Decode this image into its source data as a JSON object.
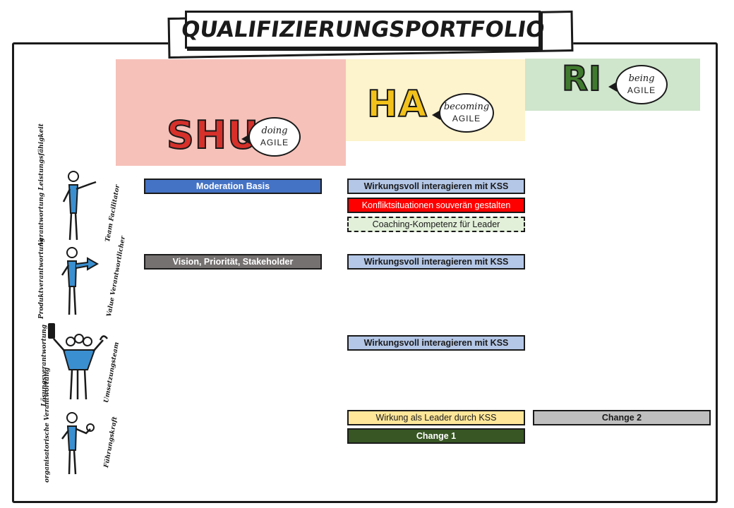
{
  "title": "QUALIFIZIERUNGSPORTFOLIO",
  "stages": {
    "shu": {
      "name": "SHU",
      "bubble_top": "doing",
      "bubble_bottom": "AGILE",
      "color": "#f6c1b9"
    },
    "ha": {
      "name": "HA",
      "bubble_top": "becoming",
      "bubble_bottom": "AGILE",
      "color": "#fdf3cc"
    },
    "ri": {
      "name": "RI",
      "bubble_top": "being",
      "bubble_bottom": "AGILE",
      "color": "#cfe5cc"
    }
  },
  "roles": [
    {
      "left_label": "Verantwortung Leistungsfähigkeit",
      "right_label": "Team Facilitator"
    },
    {
      "left_label": "Produktverantwortung",
      "right_label": "Value Verantwortlicher"
    },
    {
      "left_label": "Lösungsverantwortung",
      "right_label": "Umsetzungsteam"
    },
    {
      "left_label": "organisatorische Verantwortung",
      "right_label": "Führungskraft"
    }
  ],
  "modules": [
    {
      "label": "Moderation Basis",
      "color": "#4472c4"
    },
    {
      "label": "Wirkungsvoll interagieren mit KSS",
      "color": "#b4c7e7"
    },
    {
      "label": "Konfliktsituationen souverän gestalten",
      "color": "#ff0000"
    },
    {
      "label": "Coaching-Kompetenz für Leader",
      "color": "#e2f0d9"
    },
    {
      "label": "Vision, Priorität, Stakeholder",
      "color": "#767171"
    },
    {
      "label": "Wirkungsvoll interagieren mit KSS",
      "color": "#b4c7e7"
    },
    {
      "label": "Wirkungsvoll interagieren mit KSS",
      "color": "#b4c7e7"
    },
    {
      "label": "Wirkung als Leader durch KSS",
      "color": "#ffe699"
    },
    {
      "label": "Change 2",
      "color": "#bfbfbf"
    },
    {
      "label": "Change 1",
      "color": "#375623"
    }
  ]
}
